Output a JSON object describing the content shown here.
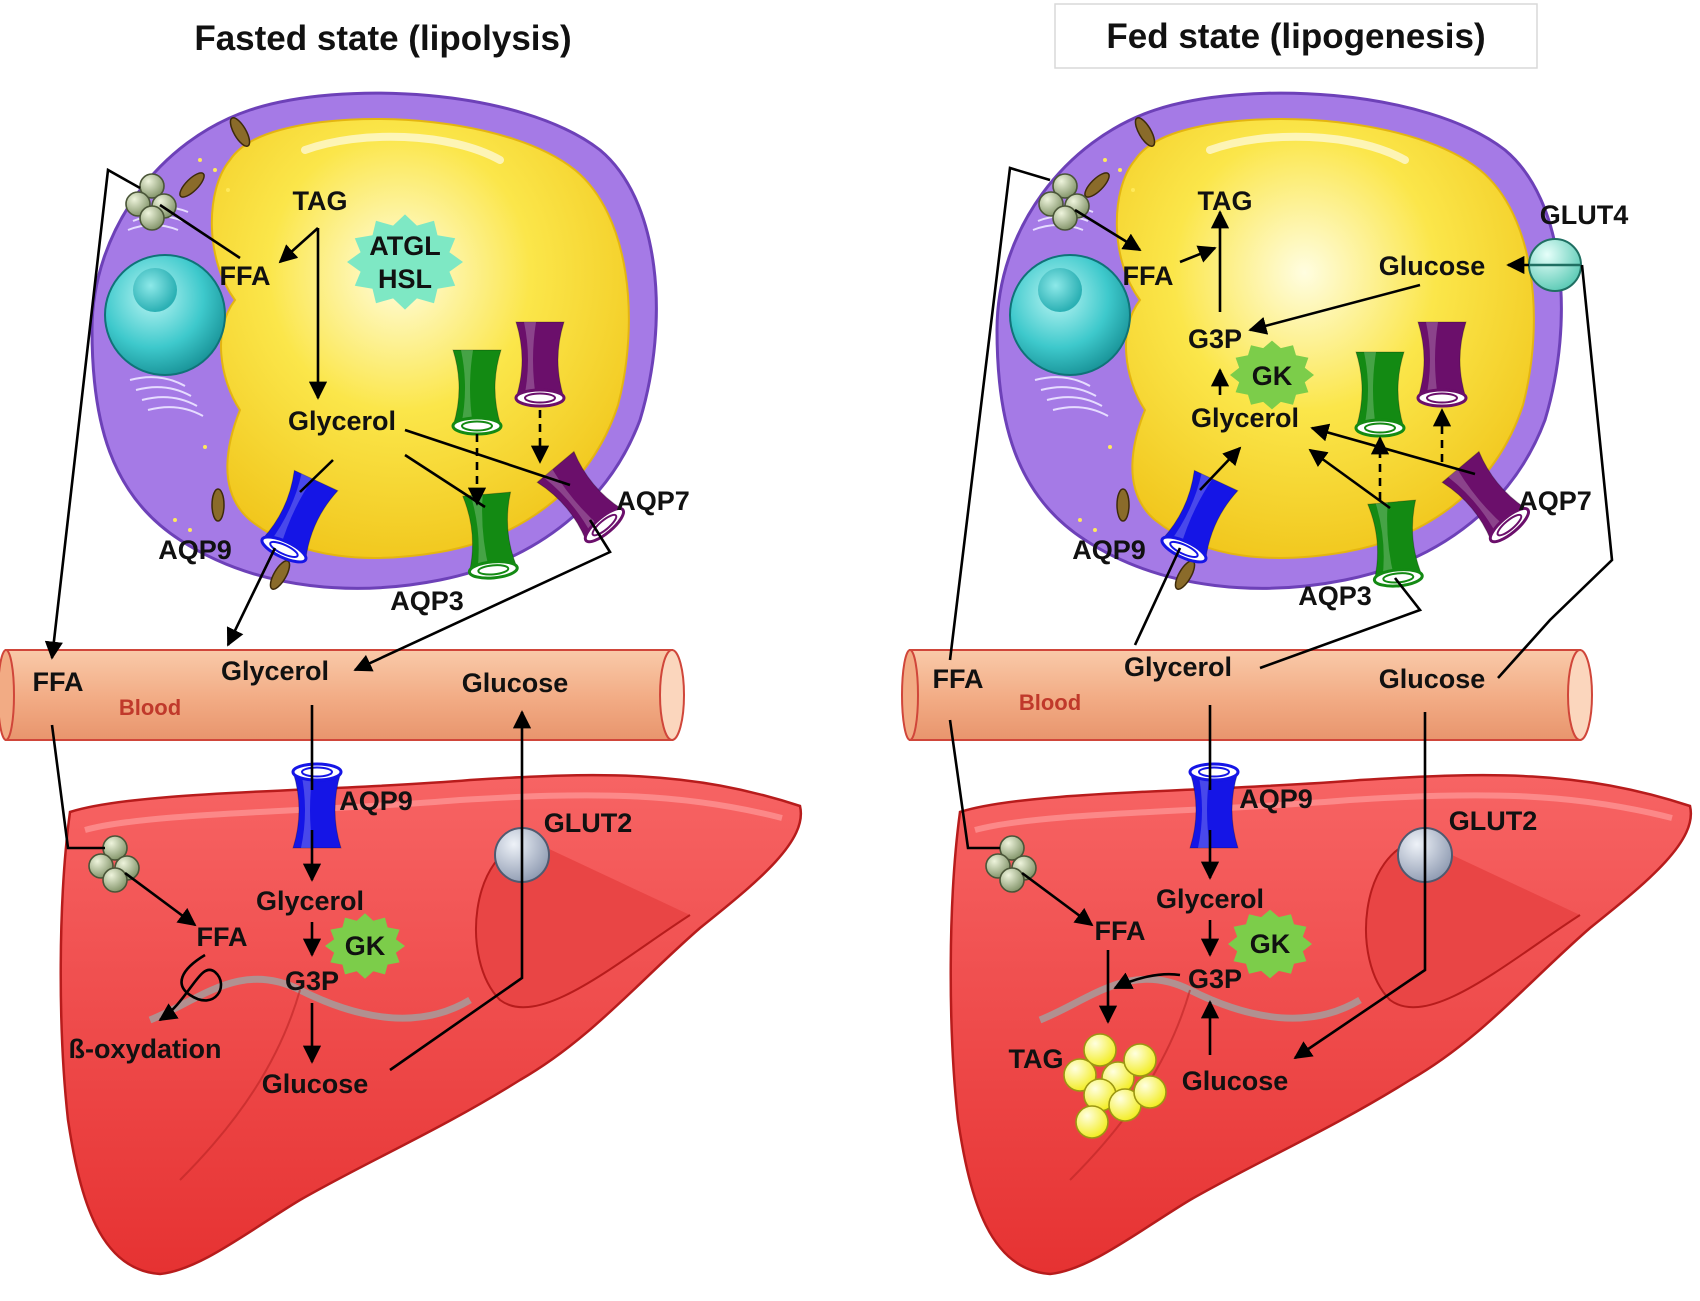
{
  "colors": {
    "aqp9": "#1515e6",
    "aqp3": "#138a13",
    "aqp7": "#6b0f6b",
    "blood_label": "#c0392b",
    "cell_membrane": "#a57ae6",
    "cytoplasm": "#f7d71e",
    "liver": "#f14a4a",
    "vessel": "#f3ae86",
    "gk_star": "#7ccd4a",
    "lipase_star": "#7ee8c4"
  },
  "panels": {
    "fasted": {
      "title": "Fasted state (lipolysis)",
      "adipocyte": {
        "tag": "TAG",
        "ffa": "FFA",
        "enzymes_line1": "ATGL",
        "enzymes_line2": "HSL",
        "glycerol": "Glycerol",
        "aqp9": "AQP9",
        "aqp3": "AQP3",
        "aqp7": "AQP7"
      },
      "blood": {
        "ffa": "FFA",
        "label": "Blood",
        "glycerol": "Glycerol",
        "glucose": "Glucose"
      },
      "liver": {
        "aqp9": "AQP9",
        "glut2": "GLUT2",
        "glycerol": "Glycerol",
        "gk": "GK",
        "ffa": "FFA",
        "g3p": "G3P",
        "beta_oxidation": "ß-oxydation",
        "glucose": "Glucose"
      }
    },
    "fed": {
      "title": "Fed state (lipogenesis)",
      "adipocyte": {
        "tag": "TAG",
        "ffa": "FFA",
        "glut4": "GLUT4",
        "glucose": "Glucose",
        "g3p": "G3P",
        "gk": "GK",
        "glycerol": "Glycerol",
        "aqp9": "AQP9",
        "aqp3": "AQP3",
        "aqp7": "AQP7"
      },
      "blood": {
        "ffa": "FFA",
        "label": "Blood",
        "glycerol": "Glycerol",
        "glucose": "Glucose"
      },
      "liver": {
        "aqp9": "AQP9",
        "glut2": "GLUT2",
        "glycerol": "Glycerol",
        "gk": "GK",
        "ffa": "FFA",
        "g3p": "G3P",
        "tag": "TAG",
        "glucose": "Glucose"
      }
    }
  }
}
